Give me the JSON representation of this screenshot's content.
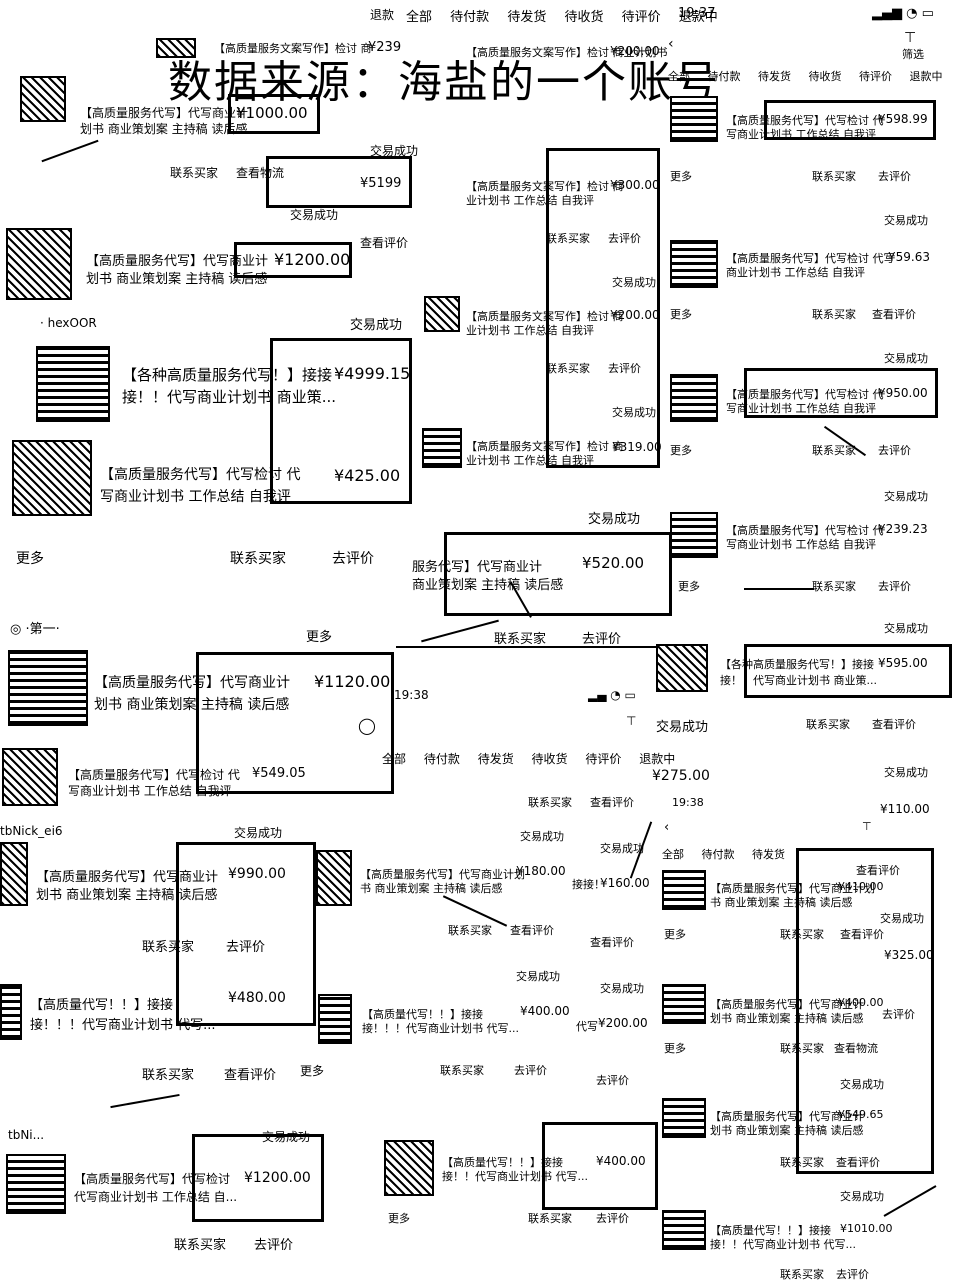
{
  "watermark": "数据来源：海盐的一个账号",
  "status": {
    "time1": "19:37",
    "time2": "19:38",
    "time3": "19:38"
  },
  "filter_label": "筛选",
  "tabs": [
    "全部",
    "待付款",
    "待发货",
    "待收货",
    "待评价",
    "退款中"
  ],
  "actions": {
    "more": "更多",
    "contact": "联系买家",
    "review": "去评价",
    "view_review": "查看评价",
    "view_logistics": "查看物流",
    "done": "交易成功"
  },
  "orders_left": [
    {
      "title": "【高质量服务文案写作】检讨 商",
      "price": "¥239"
    },
    {
      "title": "【高质量服务代写】代写商业计划书 商业策划案 主持稿 读后感",
      "price": "¥1000.00"
    },
    {
      "title": "",
      "price": "¥5199"
    },
    {
      "title": "【高质量服务代写】代写商业计划书 商业策划案 主持稿 读后感",
      "price": "¥1200.00"
    },
    {
      "title": "【各种高质量服务代写！】接接接！！代写商业计划书 商业策...",
      "price": "¥4999.15"
    },
    {
      "title": "【高质量服务代写】代写检讨 代写商业计划书 工作总结 自我评",
      "price": "¥425.00"
    },
    {
      "title": "【高质量服务代写】代写商业计划书 商业策划案 主持稿 读后感",
      "price": "¥1120.00"
    },
    {
      "title": "【高质量服务代写】代写检讨 代写商业计划书 工作总结 自我评",
      "price": "¥549.05"
    },
    {
      "title": "【高质量服务代写】代写商业计划书 商业策划案 主持稿 读后感",
      "price": "¥990.00"
    },
    {
      "title": "【高质量代写！！】接接接！！！代写商业计划书 代写...",
      "price": "¥480.00"
    },
    {
      "title": "【高质量服务代写】代写检讨 代写商业计划书 工作总结 自...",
      "price": "¥1200.00"
    }
  ],
  "orders_mid": [
    {
      "title": "【高质量服务文案写作】检讨 商业计划书",
      "price": "¥200.00"
    },
    {
      "title": "【高质量服务文案写作】检讨 商业计划书 工作总结 自我评",
      "price": "¥300.00"
    },
    {
      "title": "【高质量服务文案写作】检讨 商业计划书 工作总结 自我评",
      "price": "¥200.00"
    },
    {
      "title": "【高质量服务文案写作】检讨 商业计划书 工作总结 自我评",
      "price": "¥319.00"
    },
    {
      "title": "【高质量服务代写】代写商业计划书 商业策划案 主持稿 读后感",
      "price": "¥520.00"
    },
    {
      "title": "",
      "price": "¥275.00"
    },
    {
      "title": "【高质量服务代写】代写商业计划书 商业策划案 主持稿 读后感",
      "price": "¥180.00"
    },
    {
      "title": "接接！",
      "price": "¥160.00"
    },
    {
      "title": "【高质量代写！！】接接接！！！代写商业计划书 代写...",
      "price": "¥400.00"
    },
    {
      "title": "代写",
      "price": "¥200.00"
    },
    {
      "title": "【高质量代写！！】接接接！！！代写商业计划书 代写...",
      "price": "¥400.00"
    }
  ],
  "orders_right": [
    {
      "title": "【高质量服务代写】代写检讨 代写商业计划书 工作总结 自我评",
      "price": "¥598.99"
    },
    {
      "title": "【高质量服务代写】代写检讨 代写商业计划书 工作总结 自我评",
      "price": "¥59.63"
    },
    {
      "title": "【高质量服务代写】代写检讨 代写商业计划书 工作总结 自我评",
      "price": "¥950.00"
    },
    {
      "title": "【高质量服务代写】代写检讨 代写商业计划书 工作总结 自我评",
      "price": "¥239.23"
    },
    {
      "title": "【各种高质量服务代写！】接接！！代写商业计划书 商业策...",
      "price": "¥595.00"
    },
    {
      "title": "",
      "price": "¥110.00"
    },
    {
      "title": "【高质量服务代写】代写商业计划书 商业策划案 主持稿 读后感",
      "price": "¥410.00"
    },
    {
      "title": "",
      "price": "¥325.00"
    },
    {
      "title": "【高质量服务代写】代写商业计划书 商业策划案 主持稿 读后感",
      "price": "¥400.00"
    },
    {
      "title": "【高质量服务代写】代写商业计划书 商业策划案 主持稿 读后感",
      "price": "¥549.65"
    },
    {
      "title": "【高质量代写！！】接接！！代写商业计划书 代写...",
      "price": "¥1010.00"
    }
  ],
  "usernames": [
    "tbNick_ei6",
    "tbNi..."
  ],
  "colors": {
    "ink": "#000000",
    "paper": "#ffffff"
  }
}
